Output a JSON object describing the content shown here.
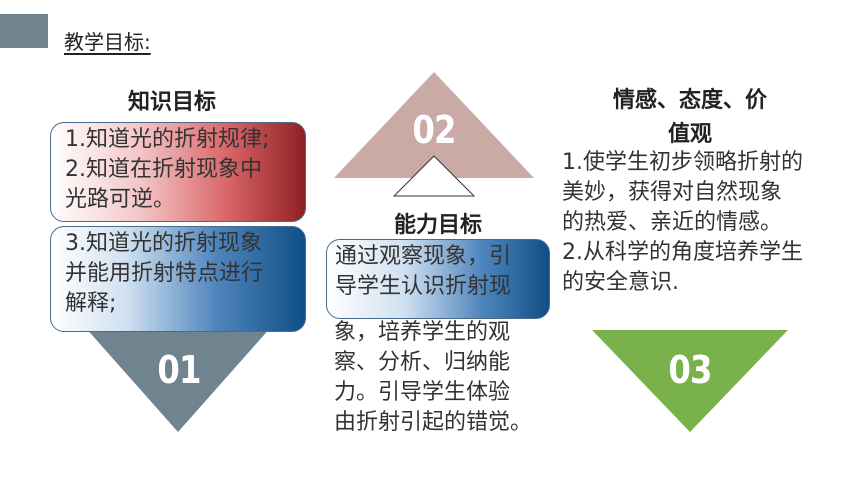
{
  "header": {
    "title": "教学目标:"
  },
  "colors": {
    "slate": "#6f848e",
    "rose": "#c9aaa5",
    "green": "#79b24a",
    "red": "#8e2024",
    "blue": "#0f4f86"
  },
  "knowledge": {
    "heading": "知识目标",
    "number": "01",
    "box1": [
      "1.知道光的折射规律;",
      "2.知道在折射现象中",
      "光路可逆。"
    ],
    "box2": [
      "3.知道光的折射现象",
      "并能用折射特点进行",
      "解释;"
    ]
  },
  "ability": {
    "heading": "能力目标",
    "number": "02",
    "box_lines": [
      "通过观察现象，引",
      "导学生认识折射现"
    ],
    "rest_lines": [
      "象，培养学生的观",
      "察、分析、归纳能",
      "力。引导学生体验",
      "由折射引起的错觉。"
    ]
  },
  "emotion": {
    "heading_line1": "情感、态度、价",
    "heading_line2": "值观",
    "number": "03",
    "lines": [
      "1.使学生初步领略折射的",
      "美妙，获得对自然现象",
      "的热爱、亲近的情感。",
      "2.从科学的角度培养学生",
      "的安全意识."
    ]
  }
}
